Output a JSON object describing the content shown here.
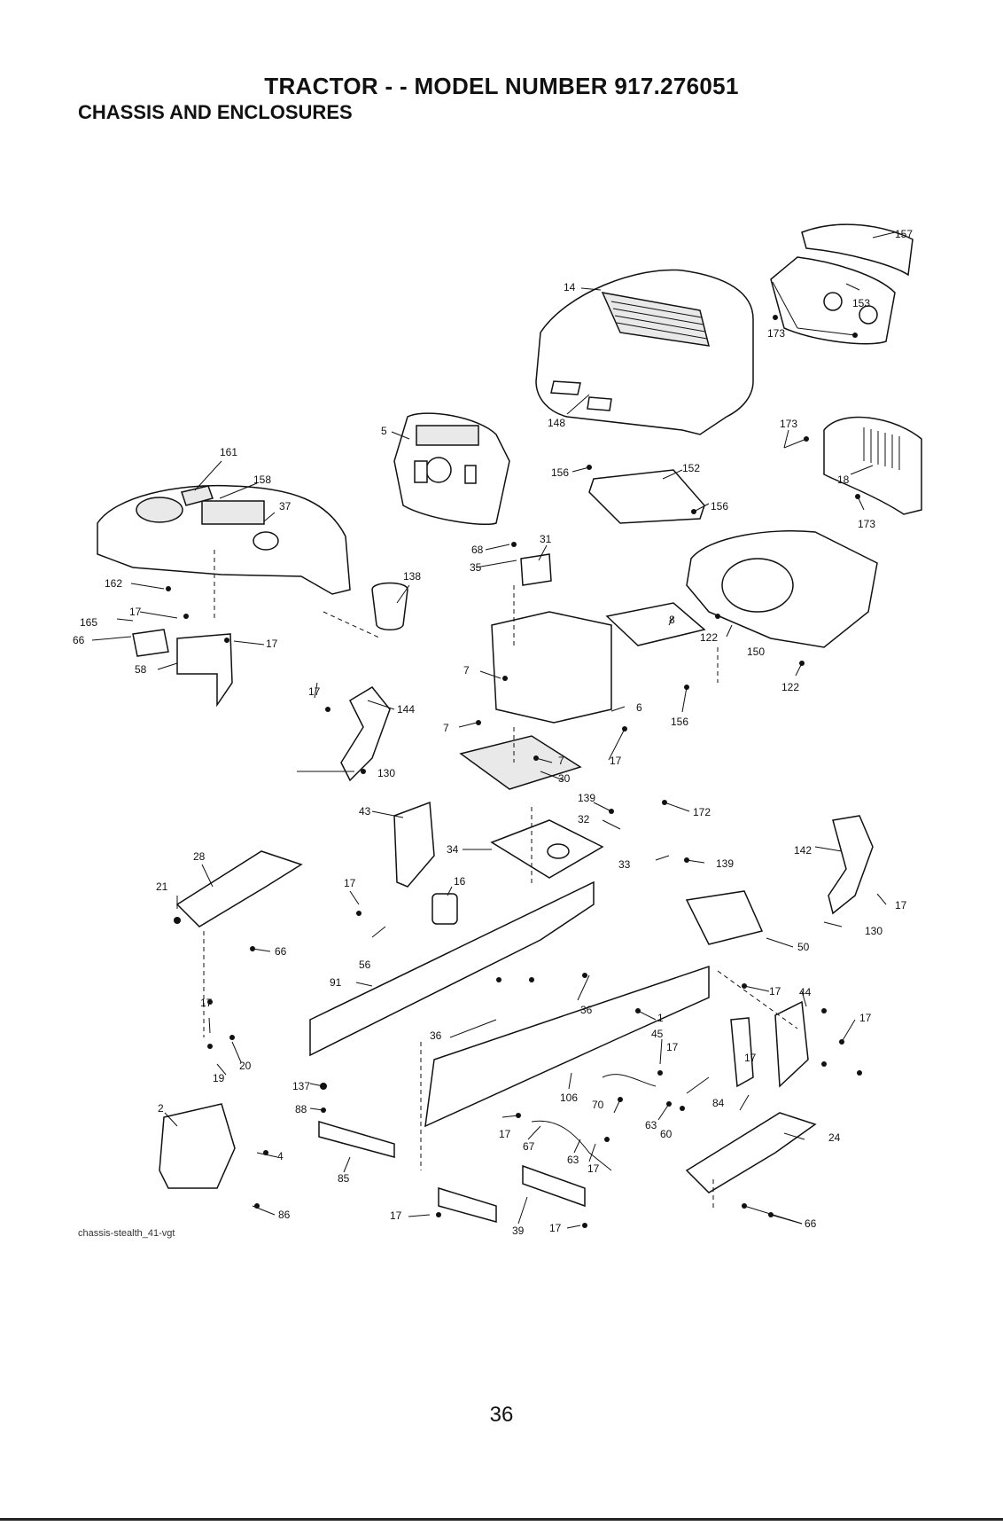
{
  "header": {
    "title": "TRACTOR - - MODEL NUMBER 917.276051",
    "subtitle": "CHASSIS AND ENCLOSURES"
  },
  "figure_id": "chassis-stealth_41-vgt",
  "page_number": "36",
  "callouts": [
    {
      "id": "c157",
      "label": "157"
    },
    {
      "id": "c14",
      "label": "14"
    },
    {
      "id": "c153",
      "label": "153"
    },
    {
      "id": "c173a",
      "label": "173"
    },
    {
      "id": "c148",
      "label": "148"
    },
    {
      "id": "c5",
      "label": "5"
    },
    {
      "id": "c173b",
      "label": "173"
    },
    {
      "id": "c161",
      "label": "161"
    },
    {
      "id": "c152",
      "label": "152"
    },
    {
      "id": "c156a",
      "label": "156"
    },
    {
      "id": "c18",
      "label": "18"
    },
    {
      "id": "c158",
      "label": "158"
    },
    {
      "id": "c156b",
      "label": "156"
    },
    {
      "id": "c173c",
      "label": "173"
    },
    {
      "id": "c37",
      "label": "37"
    },
    {
      "id": "c31",
      "label": "31"
    },
    {
      "id": "c68",
      "label": "68"
    },
    {
      "id": "c35",
      "label": "35"
    },
    {
      "id": "c162",
      "label": "162"
    },
    {
      "id": "c138",
      "label": "138"
    },
    {
      "id": "c17a",
      "label": "17"
    },
    {
      "id": "c165",
      "label": "165"
    },
    {
      "id": "c8",
      "label": "8"
    },
    {
      "id": "c66a",
      "label": "66"
    },
    {
      "id": "c17b",
      "label": "17"
    },
    {
      "id": "c122a",
      "label": "122"
    },
    {
      "id": "c150",
      "label": "150"
    },
    {
      "id": "c58",
      "label": "58"
    },
    {
      "id": "c7a",
      "label": "7"
    },
    {
      "id": "c122b",
      "label": "122"
    },
    {
      "id": "c17c",
      "label": "17"
    },
    {
      "id": "c144",
      "label": "144"
    },
    {
      "id": "c6",
      "label": "6"
    },
    {
      "id": "c156c",
      "label": "156"
    },
    {
      "id": "c7b",
      "label": "7"
    },
    {
      "id": "c7c",
      "label": "7"
    },
    {
      "id": "c17d",
      "label": "17"
    },
    {
      "id": "c130a",
      "label": "130"
    },
    {
      "id": "c30",
      "label": "30"
    },
    {
      "id": "c139a",
      "label": "139"
    },
    {
      "id": "c172",
      "label": "172"
    },
    {
      "id": "c43",
      "label": "43"
    },
    {
      "id": "c32",
      "label": "32"
    },
    {
      "id": "c34",
      "label": "34"
    },
    {
      "id": "c28",
      "label": "28"
    },
    {
      "id": "c142",
      "label": "142"
    },
    {
      "id": "c33",
      "label": "33"
    },
    {
      "id": "c139b",
      "label": "139"
    },
    {
      "id": "c21",
      "label": "21"
    },
    {
      "id": "c17e",
      "label": "17"
    },
    {
      "id": "c16",
      "label": "16"
    },
    {
      "id": "c17f",
      "label": "17"
    },
    {
      "id": "c130b",
      "label": "130"
    },
    {
      "id": "c66b",
      "label": "66"
    },
    {
      "id": "c56",
      "label": "56"
    },
    {
      "id": "c50",
      "label": "50"
    },
    {
      "id": "c91",
      "label": "91"
    },
    {
      "id": "c17g",
      "label": "17"
    },
    {
      "id": "c36a",
      "label": "36"
    },
    {
      "id": "c44",
      "label": "44"
    },
    {
      "id": "c17h",
      "label": "17"
    },
    {
      "id": "c1",
      "label": "1"
    },
    {
      "id": "c17i",
      "label": "17"
    },
    {
      "id": "c36b",
      "label": "36"
    },
    {
      "id": "c45",
      "label": "45"
    },
    {
      "id": "c17j",
      "label": "17"
    },
    {
      "id": "c17k",
      "label": "17"
    },
    {
      "id": "c20",
      "label": "20"
    },
    {
      "id": "c19",
      "label": "19"
    },
    {
      "id": "c137",
      "label": "137"
    },
    {
      "id": "c106",
      "label": "106"
    },
    {
      "id": "c70",
      "label": "70"
    },
    {
      "id": "c84",
      "label": "84"
    },
    {
      "id": "c2",
      "label": "2"
    },
    {
      "id": "c88",
      "label": "88"
    },
    {
      "id": "c63a",
      "label": "63"
    },
    {
      "id": "c60",
      "label": "60"
    },
    {
      "id": "c17l",
      "label": "17"
    },
    {
      "id": "c67",
      "label": "67"
    },
    {
      "id": "c24",
      "label": "24"
    },
    {
      "id": "c4",
      "label": "4"
    },
    {
      "id": "c63b",
      "label": "63"
    },
    {
      "id": "c17m",
      "label": "17"
    },
    {
      "id": "c85",
      "label": "85"
    },
    {
      "id": "c86",
      "label": "86"
    },
    {
      "id": "c17n",
      "label": "17"
    },
    {
      "id": "c39",
      "label": "39"
    },
    {
      "id": "c17o",
      "label": "17"
    },
    {
      "id": "c66c",
      "label": "66"
    }
  ]
}
